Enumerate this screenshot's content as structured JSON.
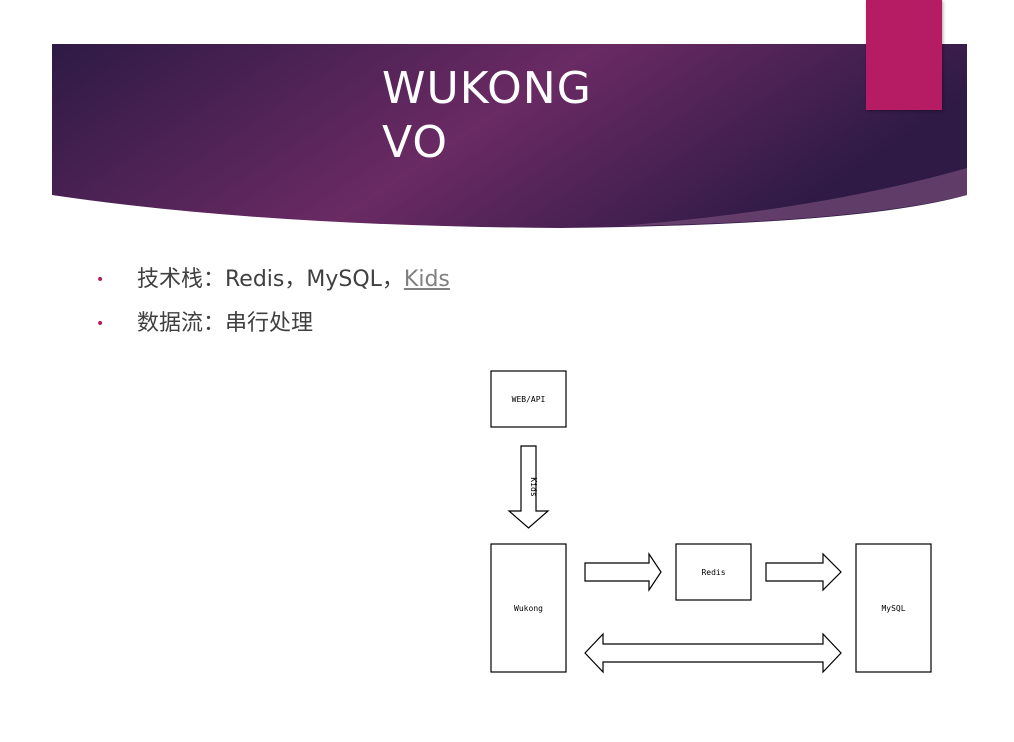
{
  "slide": {
    "title_lines": [
      "WUKONG",
      "VO"
    ],
    "bullets": [
      {
        "prefix": "技术栈：Redis，MySQL，",
        "link": "Kids"
      },
      {
        "prefix": "数据流：串行处理",
        "link": ""
      }
    ]
  },
  "diagram": {
    "nodes": {
      "web_api": "WEB/API",
      "wukong": "Wukong",
      "redis": "Redis",
      "mysql": "MySQL"
    },
    "edge_labels": {
      "web_to_wukong": "Kids"
    }
  },
  "colors": {
    "banner_dark": "#2e1a45",
    "banner_mid": "#6a2a63",
    "accent": "#b51c63",
    "bullet": "#b51c63",
    "link": "#7f7f7f"
  }
}
